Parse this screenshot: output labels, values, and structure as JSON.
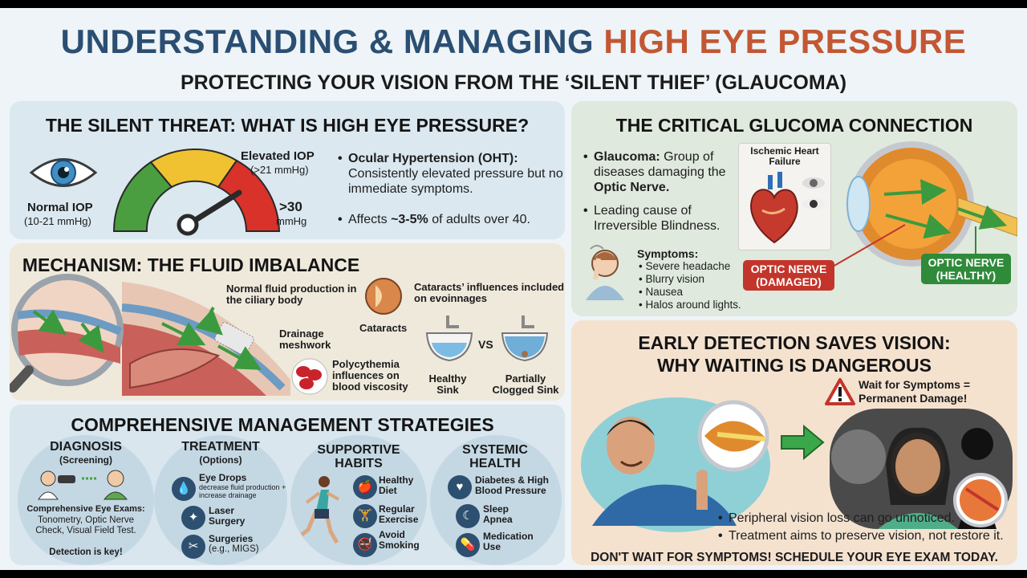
{
  "header": {
    "title_main": "UNDERSTANDING & MANAGING",
    "title_accent": "HIGH EYE PRESSURE",
    "subtitle": "PROTECTING YOUR VISION FROM THE ‘SILENT THIEF’ (GLAUCOMA)"
  },
  "silent": {
    "heading": "THE SILENT THREAT: WHAT IS HIGH EYE PRESSURE?",
    "normal_label": "Normal IOP",
    "normal_range": "(10-21 mmHg)",
    "elevated_label": "Elevated IOP",
    "elevated_range": "(>21 mmHg)",
    "high_value": ">30",
    "high_unit": "mmHg",
    "oht_term": "Ocular Hypertension (OHT):",
    "oht_desc": "Consistently elevated pressure but no immediate symptoms.",
    "affects_pre": "Affects ",
    "affects_value": "~3-5%",
    "affects_post": " of adults over 40."
  },
  "mechanism": {
    "heading": "MECHANISM: THE FLUID IMBALANCE",
    "fluid_label": "Normal fluid production in the ciliary body",
    "drainage_label": "Drainage meshwork",
    "cataracts_influence": "Cataracts’ influences included on evoinnages",
    "cataracts_label": "Cataracts",
    "polycythemia_label": "Polycythemia influences on blood viscosity",
    "vs": "VS",
    "healthy_sink": "Healthy Sink",
    "clogged_sink": "Partially Clogged Sink"
  },
  "management": {
    "heading": "COMPREHENSIVE MANAGEMENT STRATEGIES",
    "diagnosis_title": "DIAGNOSIS",
    "diagnosis_sub": "(Screening)",
    "diagnosis_exams": "Comprehensive Eye Exams:",
    "diagnosis_list": "Tonometry, Optic Nerve Check, Visual Field Test.",
    "diagnosis_key": "Detection is key!",
    "treatment_title": "TREATMENT",
    "treatment_sub": "(Options)",
    "eye_drops": "Eye Drops",
    "eye_drops_desc": "decrease fluid production + increase drainage",
    "laser": "Laser Surgery",
    "surgeries": "Surgeries",
    "surgeries_sub": "(e.g., MIGS)",
    "supportive_title": "SUPPORTIVE HABITS",
    "healthy_diet": "Healthy Diet",
    "regular_exercise": "Regular Exercise",
    "avoid_smoking": "Avoid Smoking",
    "systemic_title": "SYSTEMIC HEALTH",
    "diabetes": "Diabetes & High Blood Pressure",
    "sleep_apnea": "Sleep Apnea",
    "medication": "Medication Use"
  },
  "glaucoma": {
    "heading": "THE CRITICAL GLUCOMA CONNECTION",
    "glaucoma_term": "Glaucoma:",
    "glaucoma_desc_1": " Group of diseases damaging the ",
    "glaucoma_desc_2": "Optic Nerve.",
    "leading": "Leading cause of Irreversible Blindness.",
    "ischemic": "Ischemic Heart Failure",
    "symptoms_title": "Symptoms:",
    "symptoms": [
      "Severe headache",
      "Blurry vision",
      "Nausea",
      "Halos around lights."
    ],
    "damaged": "OPTIC NERVE (DAMAGED)",
    "healthy": "OPTIC NERVE (HEALTHY)"
  },
  "early": {
    "heading_1": "EARLY DETECTION SAVES VISION:",
    "heading_2": "WHY WAITING IS DANGEROUS",
    "warning": "Wait for Symptoms = Permanent Damage!",
    "bullet_1": "Peripheral vision loss can go unnoticed.",
    "bullet_2": "Treatment aims to preserve vision, not restore it.",
    "cta": "DON'T WAIT FOR SYMPTOMS! SCHEDULE YOUR EYE EXAM TODAY."
  },
  "colors": {
    "title_blue": "#2b4f73",
    "title_orange": "#c35733",
    "gauge_green": "#4a9e3f",
    "gauge_yellow": "#f0c232",
    "gauge_red": "#d8322a",
    "nerve_red": "#c3352b",
    "nerve_green": "#2f8a3a"
  }
}
